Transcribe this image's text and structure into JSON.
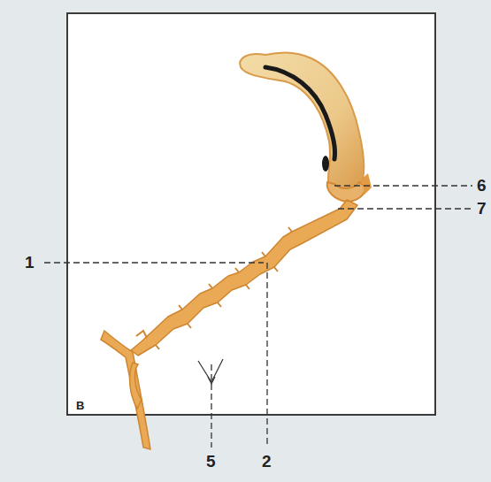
{
  "diagram": {
    "labels": [
      "1",
      "2",
      "5",
      "6",
      "7",
      "B"
    ]
  }
}
